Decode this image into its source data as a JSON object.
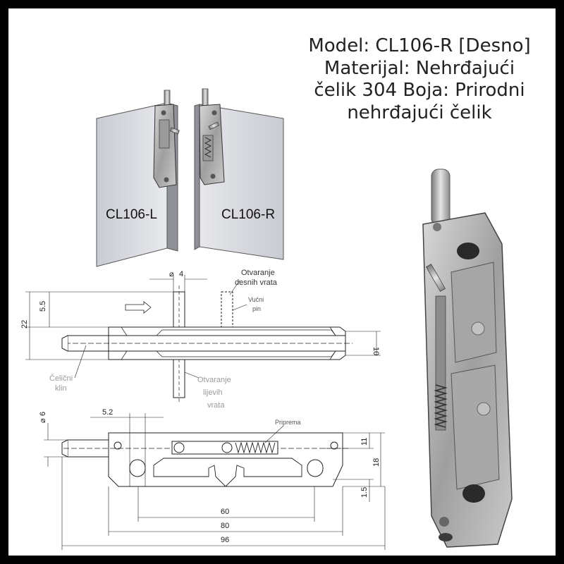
{
  "caption": {
    "line1": "Model: CL106-R [Desno]",
    "line2": "Materijal: Nehrđajući",
    "line3": "čelik 304 Boja: Prirodni",
    "line4": "nehrđajući čelik"
  },
  "panels": {
    "left_label": "CL106-L",
    "right_label": "CL106-R"
  },
  "top_drawing": {
    "dia_pin": "4",
    "open_right_line1": "Otvaranje",
    "open_right_line2": "desnih vrata",
    "pull_pin_line1": "Vučni",
    "pull_pin_line2": "pin",
    "dim_5_5": "5.5",
    "dim_22": "22",
    "dim_10": "10",
    "steel_pin_line1": "Čelični",
    "steel_pin_line2": "klin",
    "open_left_line1": "Otvaranje",
    "open_left_line2": "lijevih",
    "open_left_line3": "vrata"
  },
  "bottom_drawing": {
    "dia_6": "6",
    "dim_5_2": "5.2",
    "preparation": "Priprema",
    "dim_11": "11",
    "dim_18": "18",
    "dim_1_5": "1.5",
    "dim_60": "60",
    "dim_80": "80",
    "dim_96": "96"
  },
  "colors": {
    "frame": "#000000",
    "background": "#ffffff",
    "metal": "#b8b8b8",
    "panel": "#d4d6dc"
  }
}
